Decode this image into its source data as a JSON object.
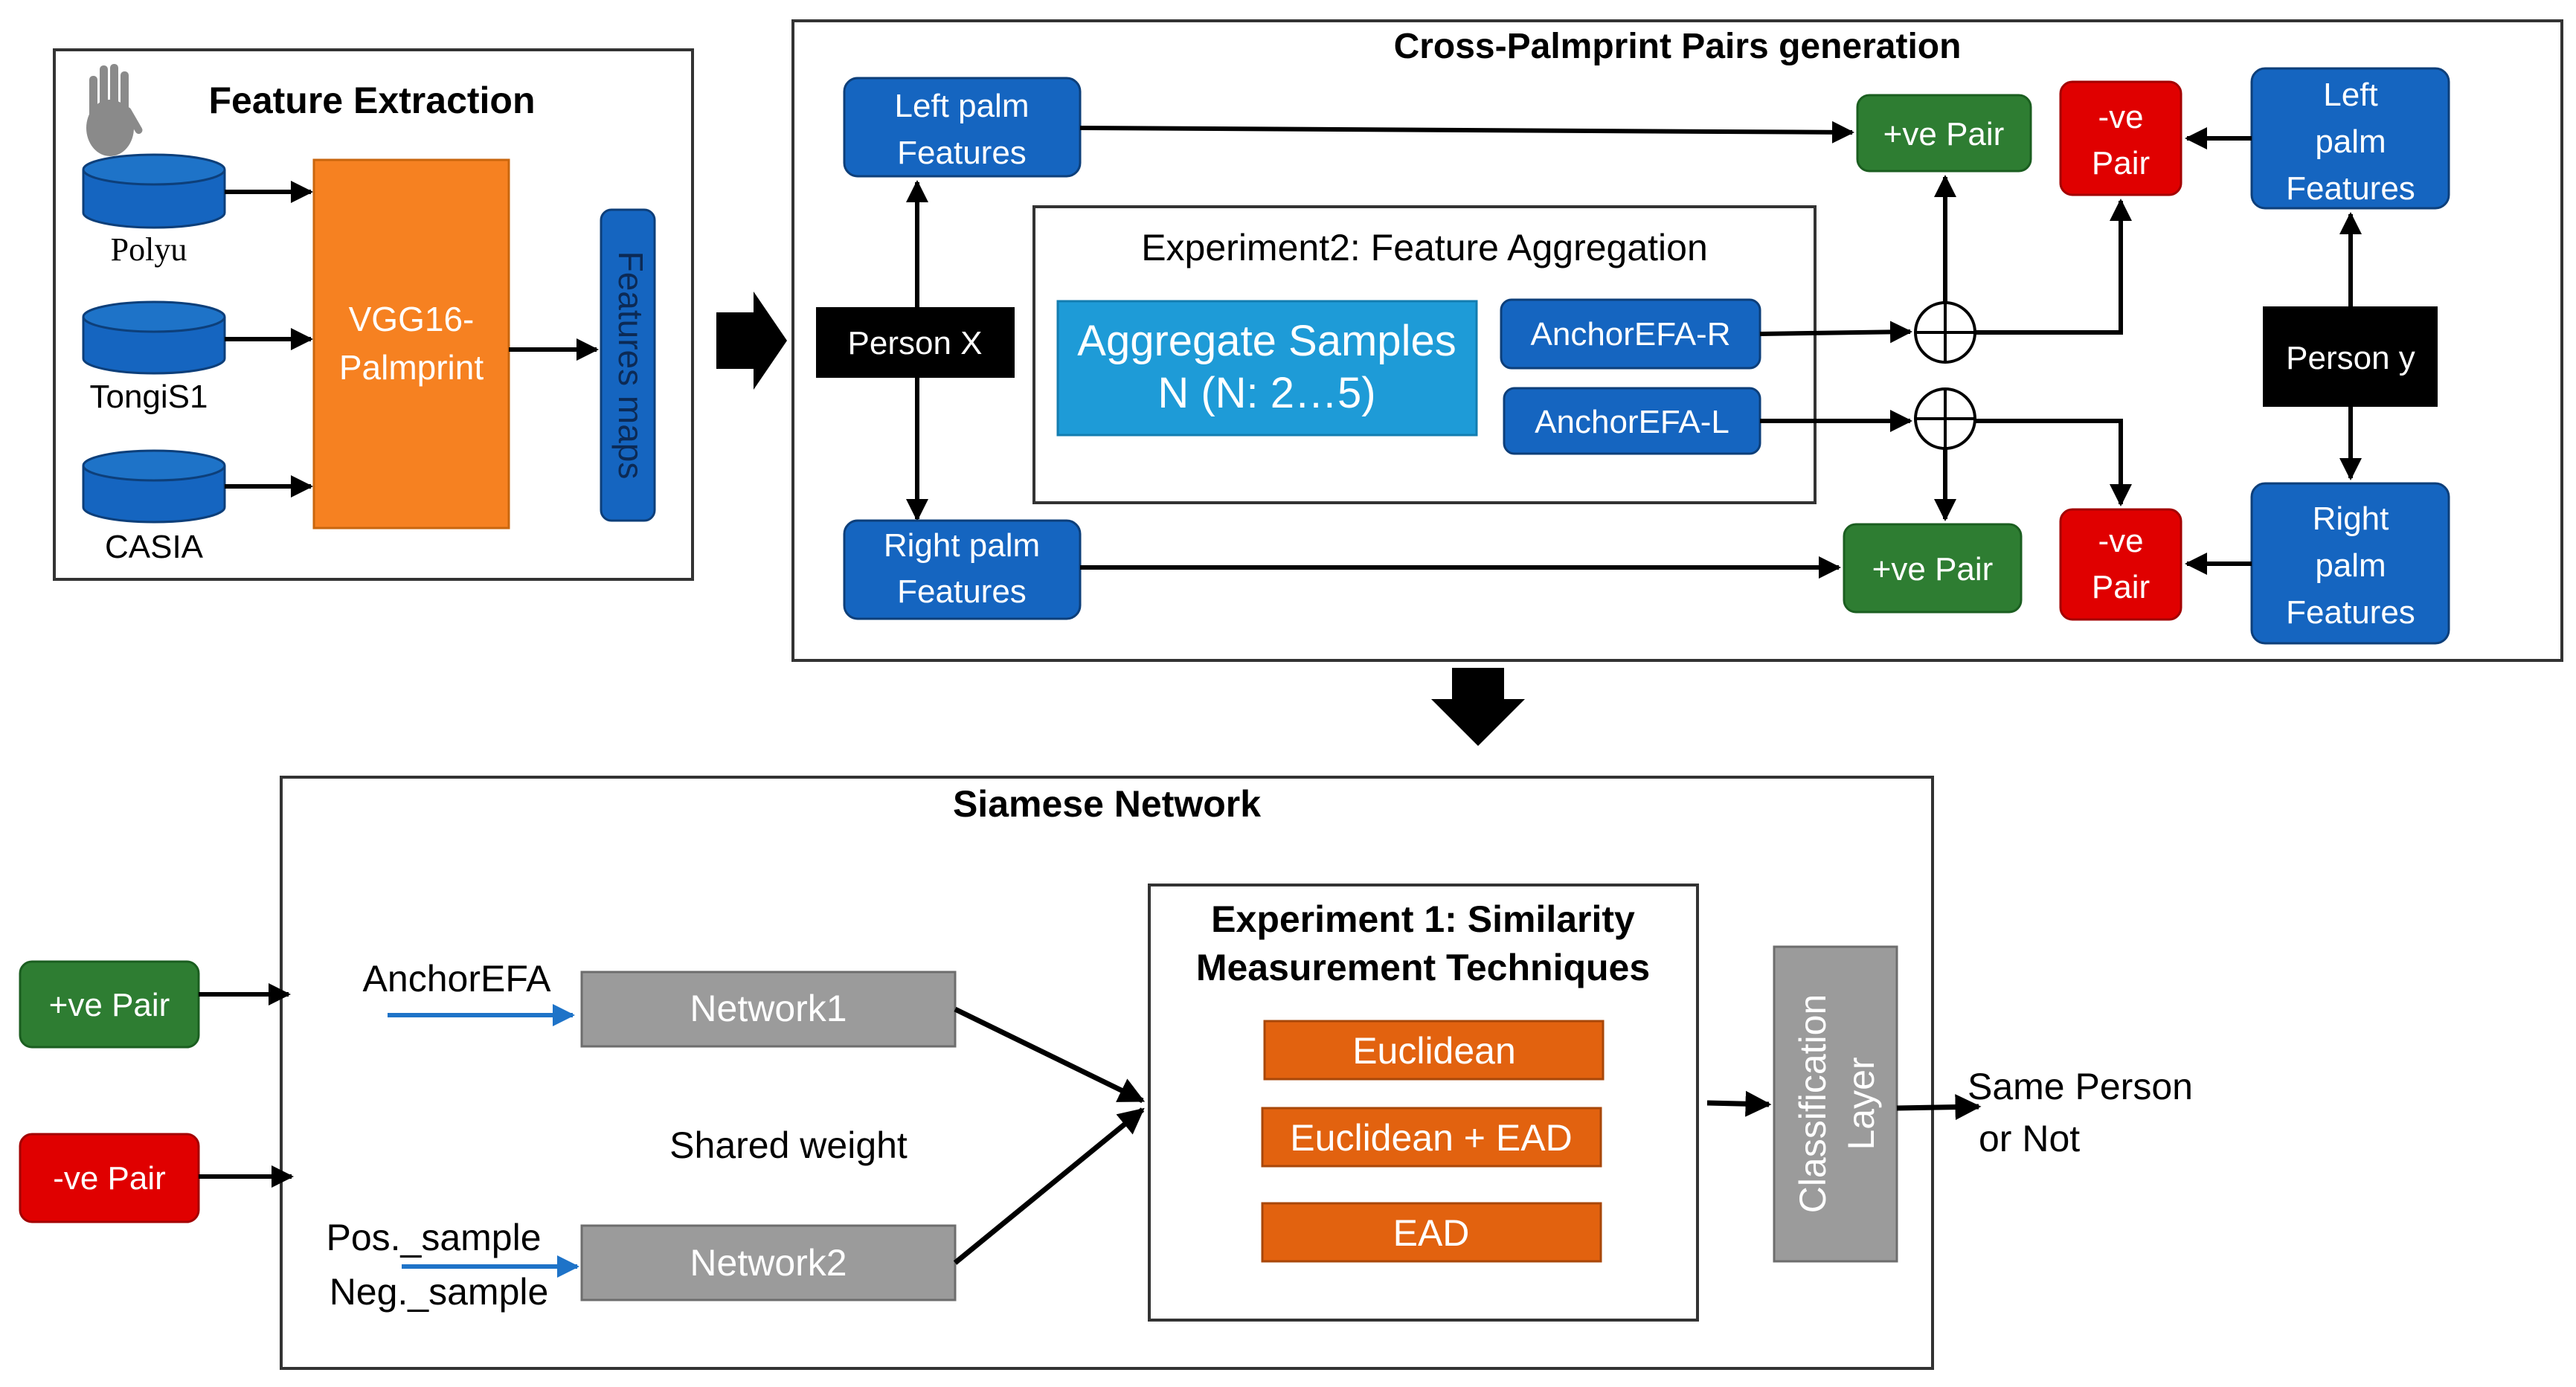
{
  "colors": {
    "blue_box": "#1565C0",
    "light_blue_box": "#1E9BD7",
    "orange_box": "#F68121",
    "dark_orange_box": "#E2620F",
    "green_box": "#2E7D32",
    "red_box": "#E00000",
    "black_box": "#000000",
    "gray_box": "#9B9B9B",
    "line": "#000000",
    "blue_arrow": "#1E73C8"
  },
  "feature_extraction": {
    "title": "Feature Extraction",
    "icon": "palm-print-icon",
    "databases": [
      "Polyu",
      "TongiS1",
      "CASIA"
    ],
    "model_line1": "VGG16-",
    "model_line2": "Palmprint",
    "features_maps": "Features maps"
  },
  "pairs_generation": {
    "title": "Cross-Palmprint Pairs generation",
    "person_x": "Person X",
    "person_y": "Person y",
    "left_palm_x": [
      "Left palm",
      "Features"
    ],
    "right_palm_x": [
      "Right palm",
      "Features"
    ],
    "left_palm_y": [
      "Left",
      "palm",
      "Features"
    ],
    "right_palm_y": [
      "Right",
      "palm",
      "Features"
    ],
    "pos_pair": "+ve Pair",
    "neg_pair": [
      "-ve",
      "Pair"
    ],
    "aggregation": {
      "title": "Experiment2: Feature Aggregation",
      "samples_line1": "Aggregate Samples",
      "samples_line2": "N (N: 2…5)",
      "anchor_r": "AnchorEFA-R",
      "anchor_l": "AnchorEFA-L"
    }
  },
  "siamese": {
    "title": "Siamese Network",
    "pos_pair": "+ve Pair",
    "neg_pair": "-ve Pair",
    "anchor_label": "AnchorEFA",
    "network1": "Network1",
    "network2": "Network2",
    "shared_weight": "Shared weight",
    "pos_sample": "Pos._sample",
    "neg_sample": "Neg._sample",
    "experiment1_line1": "Experiment 1: Similarity",
    "experiment1_line2": "Measurement Techniques",
    "techniques": [
      "Euclidean",
      "Euclidean + EAD",
      "EAD"
    ],
    "classification_line1": "Classification",
    "classification_line2": "Layer",
    "output_line1": "Same Person",
    "output_line2": "or Not"
  }
}
